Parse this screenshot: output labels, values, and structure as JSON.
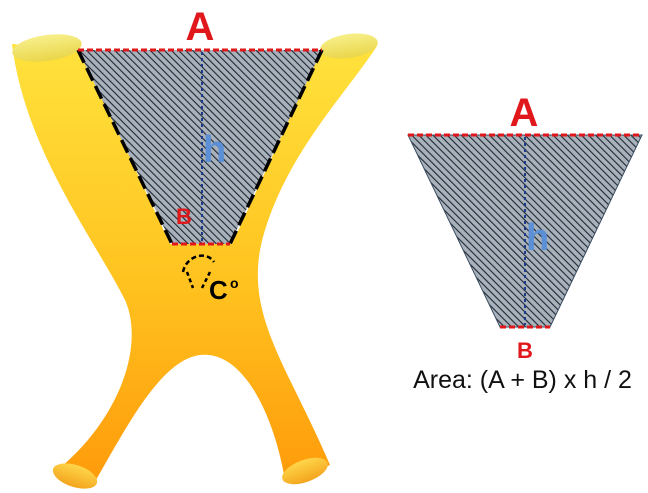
{
  "left_diagram": {
    "label_a": "A",
    "label_b": "B",
    "label_h": "h",
    "label_angle_c": "C",
    "label_angle_degree": "o"
  },
  "right_diagram": {
    "label_a": "A",
    "label_b": "B",
    "label_h": "h"
  },
  "formula": "Area: (A + B) x h / 2",
  "colors": {
    "label_red": "#e0181b",
    "label_blue": "#5b8fd6",
    "dash_red": "#e0181b",
    "outline_black": "#000000",
    "trapezoid_fill": "#9aa3ad",
    "hatch": "#1d2836",
    "body_gradient_top": "#ffe03a",
    "body_gradient_bottom": "#ff9d0b"
  }
}
